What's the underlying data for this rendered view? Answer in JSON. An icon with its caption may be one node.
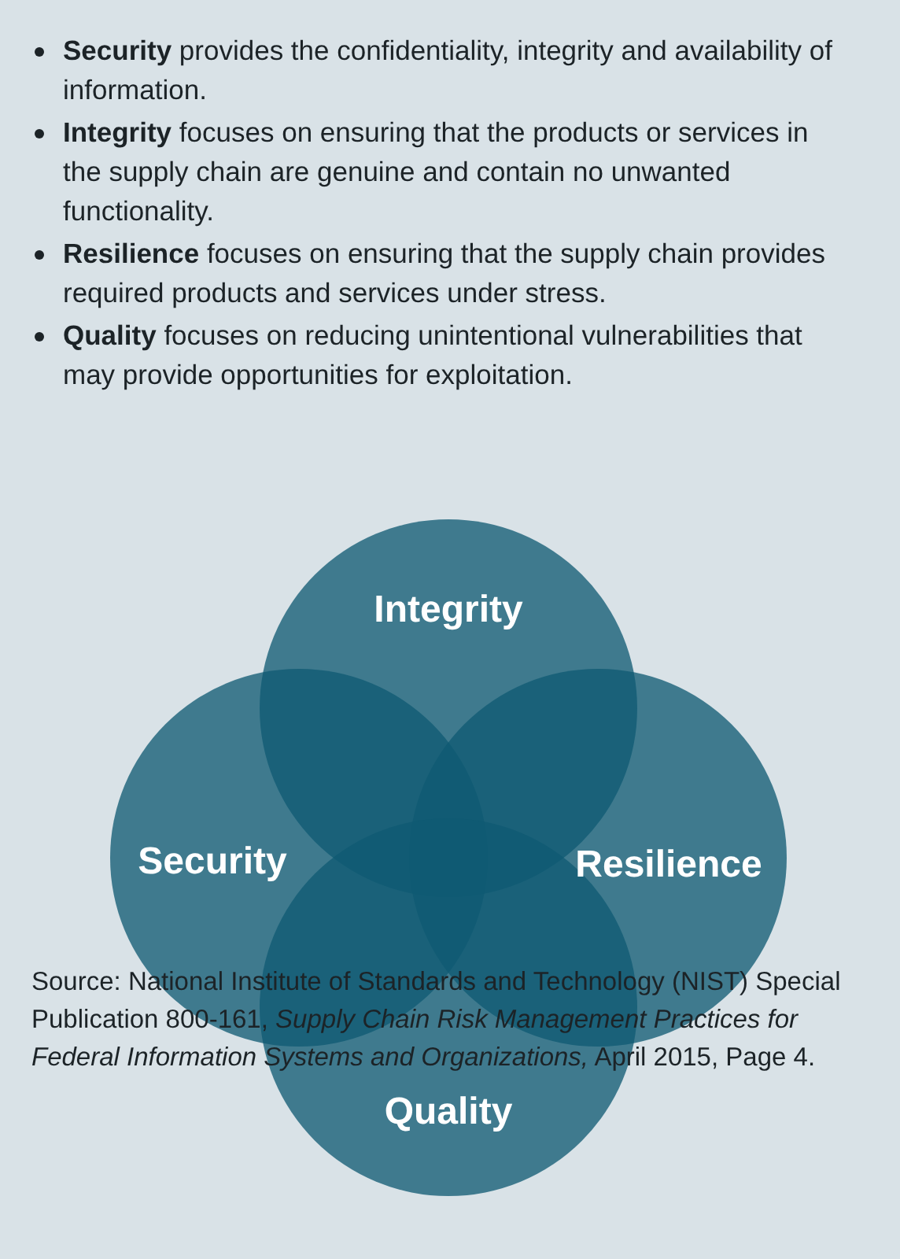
{
  "diagram": {
    "nodes": [
      {
        "text": [
          "Integrity"
        ]
      },
      {
        "text": [
          "Security"
        ]
      },
      {
        "text": [
          "Resilience"
        ]
      },
      {
        "text": [
          "Quality"
        ]
      }
    ],
    "labels": [
      "**Security** provides the confidentiality, integrity and availability of information.",
      "**Integrity** focuses on ensuring that the products or services in the supply chain are genuine and contain no unwanted functionality.",
      "**Resilience** focuses on ensuring that the supply chain provides required products and services under stress.",
      "**Quality** focuses on reducing unintentional vulnerabilities that may provide opportunities for exploitation."
    ],
    "caption": "Source: National Institute of Standards and Technology (NIST) Special Publication 800-161, *Supply Chain Risk Management Practices for Federal Information Systems and Organizations,* April 2015, Page 4."
  }
}
